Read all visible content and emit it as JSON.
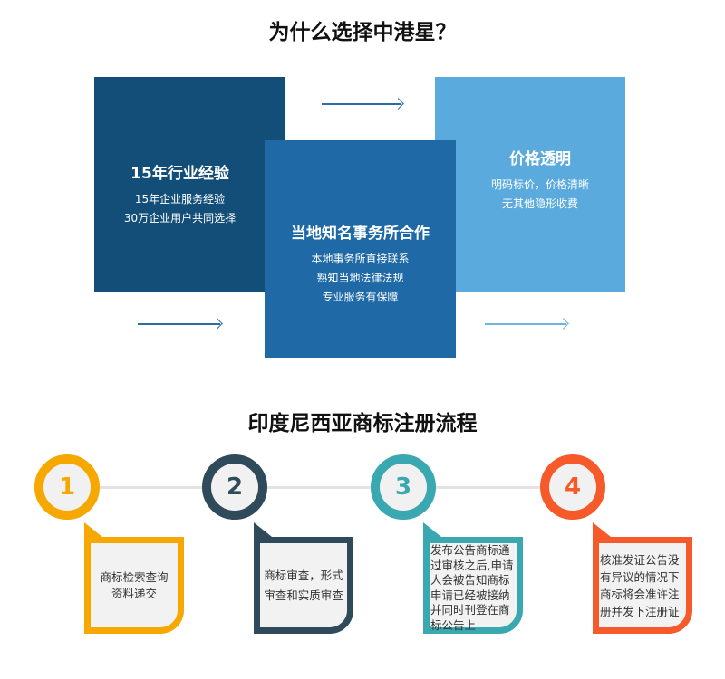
{
  "section1": {
    "title": "为什么选择中港星？",
    "cards": [
      {
        "heading": "15年行业经验",
        "lines": [
          "15年企业服务经验",
          "30万企业用户共同选择"
        ],
        "color": "#134e78"
      },
      {
        "heading": "当地知名事务所合作",
        "lines": [
          "本地事务所直接联系",
          "熟知当地法律法规",
          "专业服务有保障"
        ],
        "color": "#1f69a6"
      },
      {
        "heading": "价格透明",
        "lines": [
          "明码标价，价格清晰",
          "无其他隐形收费"
        ],
        "color": "#5aaade"
      }
    ]
  },
  "section2": {
    "title": "印度尼西亚商标注册流程",
    "steps": [
      {
        "number": "1",
        "text": "商标检索查询资料递交",
        "color": "#f6a800"
      },
      {
        "number": "2",
        "text": "商标审查，形式审查和实质审查",
        "color": "#2f4a5a"
      },
      {
        "number": "3",
        "text": "发布公告商标通过审核之后,申请人会被告知商标申请已经被接纳并同时刊登在商标公告上",
        "color": "#3aa8b0"
      },
      {
        "number": "4",
        "text": "核准发证公告没有异议的情况下商标将会准许注册并发下注册证",
        "color": "#f65a2a"
      }
    ]
  }
}
